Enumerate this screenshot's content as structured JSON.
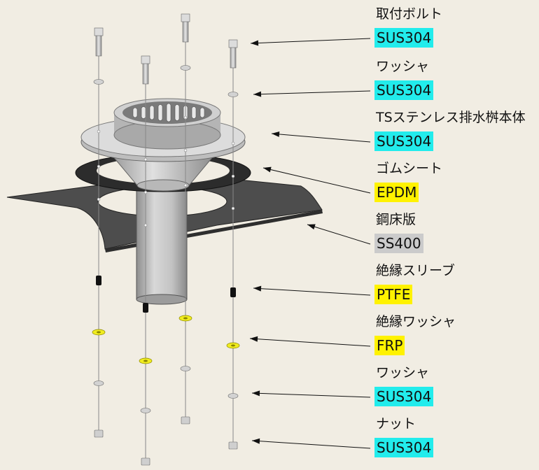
{
  "components": [
    {
      "name": "取付ボルト",
      "material": "SUS304",
      "material_color": "#22ecec"
    },
    {
      "name": "ワッシャ",
      "material": "SUS304",
      "material_color": "#22ecec"
    },
    {
      "name": "TSステンレス排水桝本体",
      "material": "SUS304",
      "material_color": "#22ecec"
    },
    {
      "name": "ゴムシート",
      "material": "EPDM",
      "material_color": "#fff200"
    },
    {
      "name": "鋼床版",
      "material": "SS400",
      "material_color": "#cbcbcb"
    },
    {
      "name": "絶縁スリーブ",
      "material": "PTFE",
      "material_color": "#fff200"
    },
    {
      "name": "絶縁ワッシャ",
      "material": "FRP",
      "material_color": "#fff200"
    },
    {
      "name": "ワッシャ",
      "material": "SUS304",
      "material_color": "#22ecec"
    },
    {
      "name": "ナット",
      "material": "SUS304",
      "material_color": "#22ecec"
    }
  ],
  "colors": {
    "background": "#f1ede3",
    "steel_plate": "#4b4b4b",
    "rubber_sheet": "#2c2c2c",
    "stainless": "#c9c9c9",
    "insulating_washer": "#e6e200"
  }
}
